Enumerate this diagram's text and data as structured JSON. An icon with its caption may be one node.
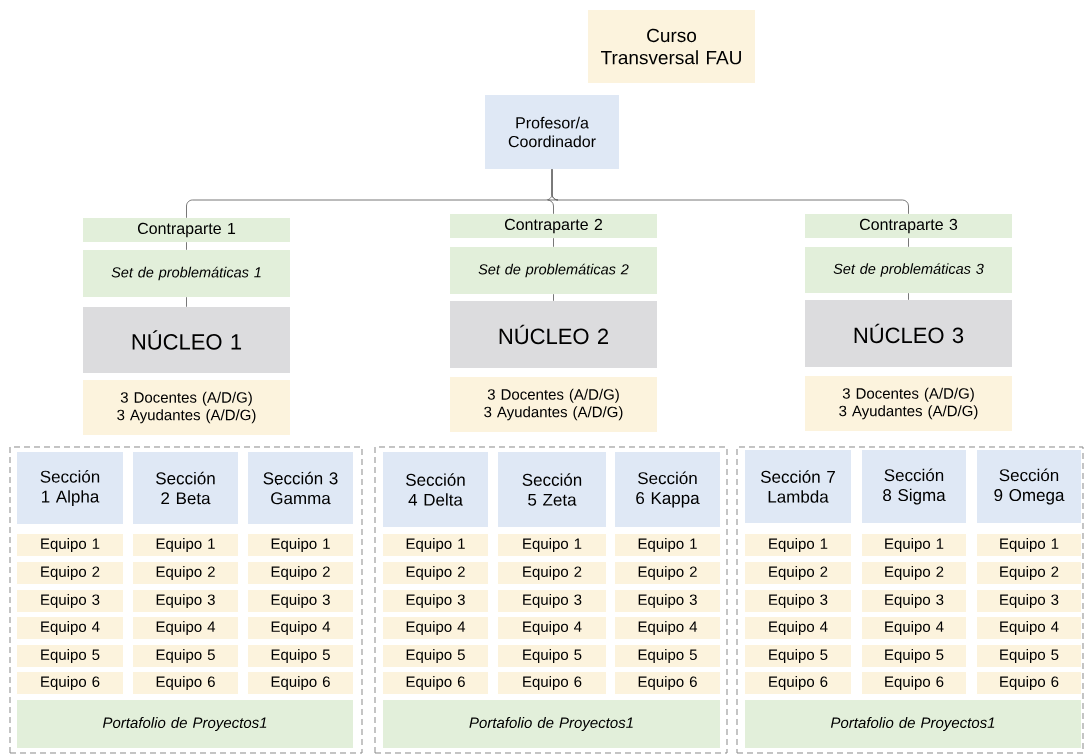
{
  "diagram": {
    "nodes": [
      {
        "text": [
          "Curso Transversal FAU"
        ]
      },
      {
        "text": [
          "Profesor/a Coordinador"
        ]
      },
      {
        "text": [
          "Contraparte 1"
        ]
      },
      {
        "text": [
          "Set de problemáticas 1"
        ]
      },
      {
        "text": [
          "NÚCLEO 1"
        ]
      },
      {
        "text": [
          "3 Docentes (A/D/G) 3 Ayudantes (A/D/G)"
        ]
      },
      {
        "text": [],
        "shape": "box"
      },
      {
        "text": [
          "Sección 1 Alpha"
        ],
        "in": 6
      },
      {
        "text": [
          "Sección 2 Beta"
        ],
        "in": 6
      },
      {
        "text": [
          "Sección 3 Gamma"
        ],
        "in": 6
      },
      {
        "text": [
          "Equipo 1"
        ],
        "in": 6
      },
      {
        "text": [
          "Equipo 1"
        ],
        "in": 6
      },
      {
        "text": [
          "Equipo 1"
        ],
        "in": 6
      },
      {
        "text": [
          "Equipo 2"
        ],
        "in": 6
      },
      {
        "text": [
          "Equipo 2"
        ],
        "in": 6
      },
      {
        "text": [
          "Equipo 2"
        ],
        "in": 6
      },
      {
        "text": [
          "Equipo 3"
        ],
        "in": 6
      },
      {
        "text": [
          "Equipo 3"
        ],
        "in": 6
      },
      {
        "text": [
          "Equipo 3"
        ],
        "in": 6
      },
      {
        "text": [
          "Equipo 4"
        ],
        "in": 6
      },
      {
        "text": [
          "Equipo 4"
        ],
        "in": 6
      },
      {
        "text": [
          "Equipo 4"
        ],
        "in": 6
      },
      {
        "text": [
          "Equipo 5"
        ],
        "in": 6
      },
      {
        "text": [
          "Equipo 5"
        ],
        "in": 6
      },
      {
        "text": [
          "Equipo 5"
        ],
        "in": 6
      },
      {
        "text": [
          "Equipo 6"
        ],
        "in": 6
      },
      {
        "text": [
          "Equipo 6"
        ],
        "in": 6
      },
      {
        "text": [
          "Equipo 6"
        ],
        "in": 6
      },
      {
        "text": [
          "Portafolio de Proyectos1"
        ],
        "in": 6
      },
      {
        "text": [
          "Contraparte 2"
        ]
      },
      {
        "text": [
          "Set de problemáticas 2"
        ]
      },
      {
        "text": [
          "NÚCLEO 2"
        ]
      },
      {
        "text": [
          "3 Docentes (A/D/G) 3 Ayudantes (A/D/G)"
        ]
      },
      {
        "text": [],
        "shape": "box"
      },
      {
        "text": [
          "Sección 4 Delta"
        ],
        "in": 33
      },
      {
        "text": [
          "Sección 5 Zeta"
        ],
        "in": 33
      },
      {
        "text": [
          "Sección 6 Kappa"
        ],
        "in": 33
      },
      {
        "text": [
          "Equipo 1"
        ],
        "in": 33
      },
      {
        "text": [
          "Equipo 1"
        ],
        "in": 33
      },
      {
        "text": [
          "Equipo 1"
        ],
        "in": 33
      },
      {
        "text": [
          "Equipo 2"
        ],
        "in": 33
      },
      {
        "text": [
          "Equipo 2"
        ],
        "in": 33
      },
      {
        "text": [
          "Equipo 2"
        ],
        "in": 33
      },
      {
        "text": [
          "Equipo 3"
        ],
        "in": 33
      },
      {
        "text": [
          "Equipo 3"
        ],
        "in": 33
      },
      {
        "text": [
          "Equipo 3"
        ],
        "in": 33
      },
      {
        "text": [
          "Equipo 4"
        ],
        "in": 33
      },
      {
        "text": [
          "Equipo 4"
        ],
        "in": 33
      },
      {
        "text": [
          "Equipo 4"
        ],
        "in": 33
      },
      {
        "text": [
          "Equipo 5"
        ],
        "in": 33
      },
      {
        "text": [
          "Equipo 5"
        ],
        "in": 33
      },
      {
        "text": [
          "Equipo 5"
        ],
        "in": 33
      },
      {
        "text": [
          "Equipo 6"
        ],
        "in": 33
      },
      {
        "text": [
          "Equipo 6"
        ],
        "in": 33
      },
      {
        "text": [
          "Equipo 6"
        ],
        "in": 33
      },
      {
        "text": [
          "Portafolio de Proyectos1"
        ],
        "in": 33
      },
      {
        "text": [
          "Contraparte 3"
        ]
      },
      {
        "text": [
          "Set de problemáticas 3"
        ]
      },
      {
        "text": [
          "NÚCLEO 3"
        ]
      },
      {
        "text": [
          "3 Docentes (A/D/G) 3 Ayudantes (A/D/G)"
        ]
      },
      {
        "text": [],
        "shape": "box"
      },
      {
        "text": [
          "Sección 7 Lambda"
        ],
        "in": 60
      },
      {
        "text": [
          "Sección 8 Sigma"
        ],
        "in": 60
      },
      {
        "text": [
          "Sección 9 Omega"
        ],
        "in": 60
      },
      {
        "text": [
          "Equipo 1"
        ],
        "in": 60
      },
      {
        "text": [
          "Equipo 1"
        ],
        "in": 60
      },
      {
        "text": [
          "Equipo 1"
        ],
        "in": 60
      },
      {
        "text": [
          "Equipo 2"
        ],
        "in": 60
      },
      {
        "text": [
          "Equipo 2"
        ],
        "in": 60
      },
      {
        "text": [
          "Equipo 2"
        ],
        "in": 60
      },
      {
        "text": [
          "Equipo 3"
        ],
        "in": 60
      },
      {
        "text": [
          "Equipo 3"
        ],
        "in": 60
      },
      {
        "text": [
          "Equipo 3"
        ],
        "in": 60
      },
      {
        "text": [
          "Equipo 4"
        ],
        "in": 60
      },
      {
        "text": [
          "Equipo 4"
        ],
        "in": 60
      },
      {
        "text": [
          "Equipo 4"
        ],
        "in": 60
      },
      {
        "text": [
          "Equipo 5"
        ],
        "in": 60
      },
      {
        "text": [
          "Equipo 5"
        ],
        "in": 60
      },
      {
        "text": [
          "Equipo 5"
        ],
        "in": 60
      },
      {
        "text": [
          "Equipo 6"
        ],
        "in": 60
      },
      {
        "text": [
          "Equipo 6"
        ],
        "in": 60
      },
      {
        "text": [
          "Equipo 6"
        ],
        "in": 60
      },
      {
        "text": [
          "Portafolio de Proyectos1"
        ],
        "in": 60
      }
    ],
    "edges": [
      {
        "from": 1,
        "to": 2,
        "arrow": "none"
      },
      {
        "from": 1,
        "to": 29,
        "arrow": "none"
      },
      {
        "from": 1,
        "to": 56,
        "arrow": "none"
      },
      {
        "from": 2,
        "to": 3,
        "arrow": "none"
      },
      {
        "from": 3,
        "to": 4,
        "arrow": "none"
      },
      {
        "from": 29,
        "to": 30,
        "arrow": "none"
      },
      {
        "from": 30,
        "to": 31,
        "arrow": "none"
      },
      {
        "from": 56,
        "to": 57,
        "arrow": "none"
      },
      {
        "from": 57,
        "to": 58,
        "arrow": "none"
      }
    ]
  }
}
